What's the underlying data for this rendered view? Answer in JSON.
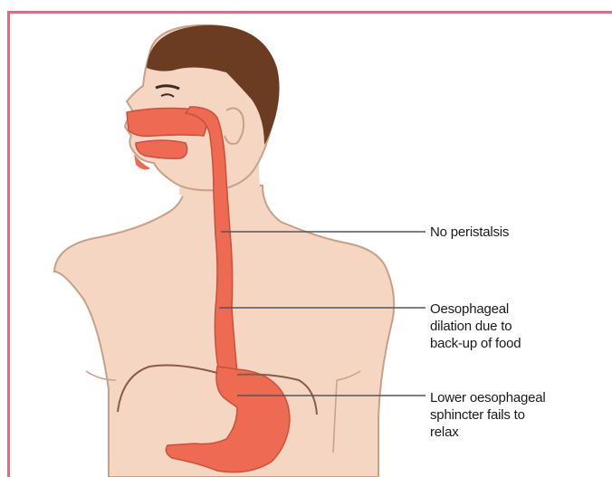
{
  "diagram": {
    "labels": {
      "peristalsis": "No peristalsis",
      "dilation": "Oesophageal\ndilation due to\nback-up of food",
      "sphincter": "Lower oesophageal\nsphincter fails to\nrelax"
    },
    "colors": {
      "frame_border": "#d9707f",
      "skin": "#f4d6c3",
      "skin_outline": "#c7a08a",
      "hair": "#6b3b22",
      "digestive_tract": "#ef6a52",
      "tract_outline": "#c8503c",
      "leader_line": "#555555",
      "rib_line": "#8a5b4a"
    }
  }
}
